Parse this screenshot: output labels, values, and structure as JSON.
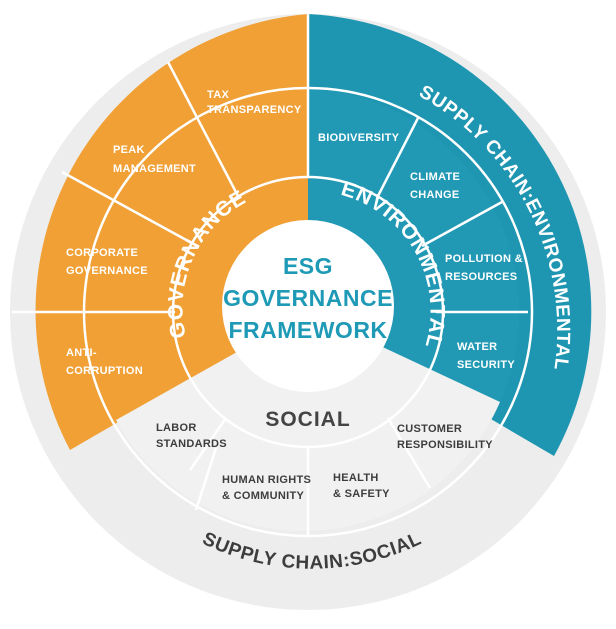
{
  "colors": {
    "governance": "#f0a035",
    "environmental": "#2199b4",
    "social": "#ededed",
    "divider_light": "#ffffff",
    "center_text": "#1e9ab6"
  },
  "center": {
    "line1": "ESG",
    "line2": "GOVERNANCE",
    "line3": "FRAMEWORK"
  },
  "rings": {
    "governance": "GOVERNANCE",
    "environmental": "ENVIRONMENTAL",
    "social": "SOCIAL",
    "supply_chain_environmental": "SUPPLY CHAIN:ENVIRONMENTAL",
    "supply_chain_social": "SUPPLY CHAIN:SOCIAL"
  },
  "segments": {
    "tax_transparency": [
      "TAX",
      "TRANSPARENCY"
    ],
    "peak_management": [
      "PEAK",
      "MANAGEMENT"
    ],
    "corporate_governance": [
      "CORPORATE",
      "GOVERNANCE"
    ],
    "anti_corruption": [
      "ANTI-",
      "CORRUPTION"
    ],
    "biodiversity": [
      "BIODIVERSITY"
    ],
    "climate_change": [
      "CLIMATE",
      "CHANGE"
    ],
    "pollution_resources": [
      "POLLUTION &",
      "RESOURCES"
    ],
    "water_security": [
      "WATER",
      "SECURITY"
    ],
    "labor_standards": [
      "LABOR",
      "STANDARDS"
    ],
    "human_rights": [
      "HUMAN RIGHTS",
      "& COMMUNITY"
    ],
    "health_safety": [
      "HEALTH",
      "& SAFETY"
    ],
    "customer_responsibility": [
      "CUSTOMER",
      "RESPONSIBILITY"
    ]
  }
}
